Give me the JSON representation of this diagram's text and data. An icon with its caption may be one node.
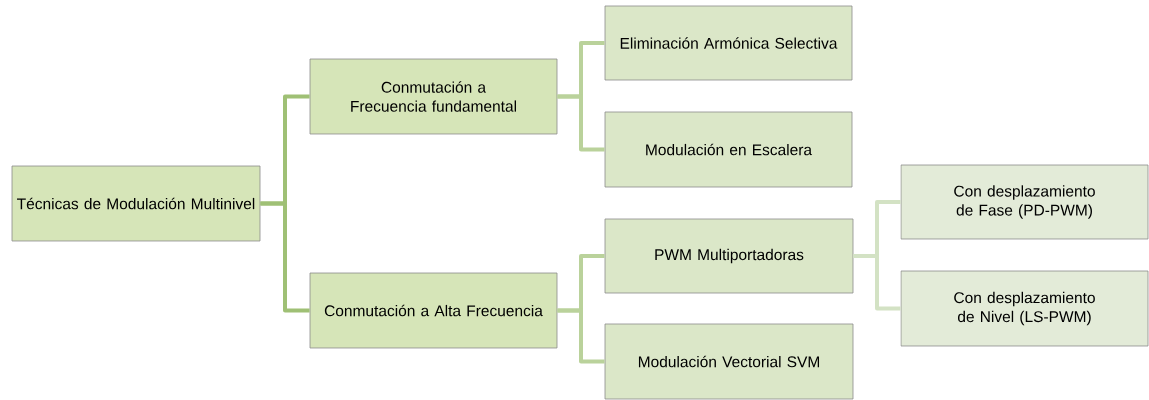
{
  "diagram": {
    "nodes": [
      {
        "text": [
          "Técnicas de Modulación Multinivel"
        ]
      },
      {
        "text": [
          "Conmutación a Frecuencia fundamental"
        ]
      },
      {
        "text": [
          "Conmutación a Alta Frecuencia"
        ]
      },
      {
        "text": [
          "Eliminación Armónica Selectiva"
        ]
      },
      {
        "text": [
          "Modulación en Escalera"
        ]
      },
      {
        "text": [
          "PWM Multiportadoras"
        ]
      },
      {
        "text": [
          "Modulación Vectorial SVM"
        ]
      },
      {
        "text": [
          "Con desplazamiento de Fase (PD-PWM)"
        ]
      },
      {
        "text": [
          "Con desplazamiento de Nivel (LS-PWM)"
        ]
      }
    ],
    "edges": [
      {
        "from": 0,
        "to": 1,
        "arrow": "none",
        "color": "#9fc075"
      },
      {
        "from": 0,
        "to": 2,
        "arrow": "none",
        "color": "#9fc075"
      },
      {
        "from": 1,
        "to": 3,
        "arrow": "none"
      },
      {
        "from": 1,
        "to": 4,
        "arrow": "none"
      },
      {
        "from": 2,
        "to": 5,
        "arrow": "none"
      },
      {
        "from": 2,
        "to": 6,
        "arrow": "none"
      },
      {
        "from": 5,
        "to": 7,
        "arrow": "none",
        "color": "#d3e2c4"
      },
      {
        "from": 5,
        "to": 8,
        "arrow": "none",
        "color": "#d3e2c4"
      }
    ]
  }
}
